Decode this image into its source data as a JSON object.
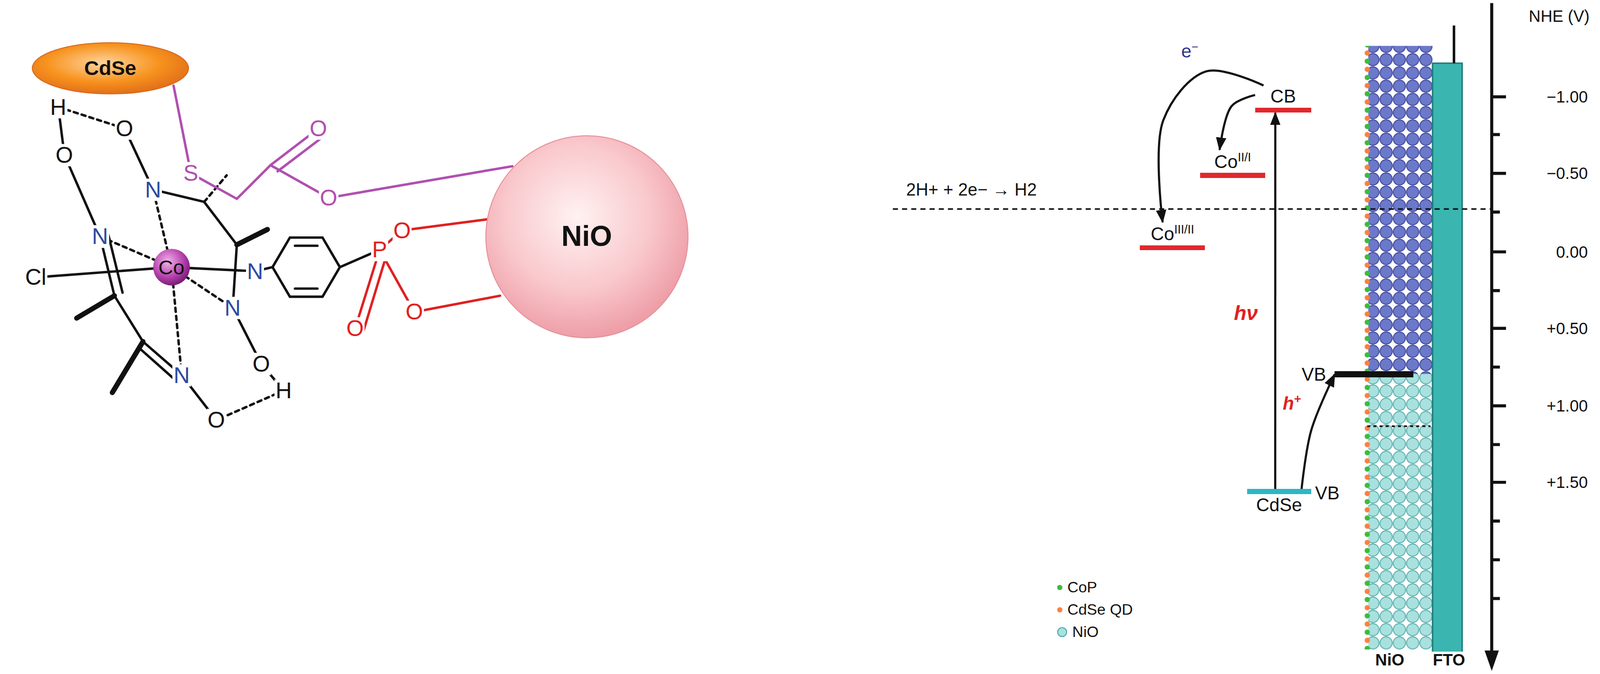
{
  "diagram": {
    "nodes": [
      {
        "text": [
          "CdSe"
        ]
      },
      {
        "text": [
          "NiO"
        ]
      },
      {
        "text": [
          "CB"
        ]
      },
      {
        "text": [
          "CoII/I"
        ]
      },
      {
        "text": [
          "CoIII/II"
        ]
      },
      {
        "text": [
          "VB"
        ]
      },
      {
        "text": [
          "CdSe",
          "VB"
        ]
      }
    ],
    "edges": [
      {
        "from": 2,
        "to": 3,
        "arrow": "to"
      },
      {
        "from": 2,
        "to": 4,
        "label": "e−",
        "arrow": "to"
      },
      {
        "from": 6,
        "to": 2,
        "label": "hν",
        "arrow": "to"
      },
      {
        "from": 6,
        "to": 5,
        "label": "h+",
        "arrow": "to"
      }
    ],
    "labels": [
      "H",
      "O",
      "N",
      "O",
      "N",
      "Cl",
      "Co",
      "N",
      "N",
      "O",
      "H",
      "N",
      "O",
      "S",
      "O",
      "O",
      "P",
      "O",
      "O",
      "O",
      "2H+ + 2e− → H2",
      "NHE (V)",
      "−1.00",
      "−0.50",
      "0.00",
      "+0.50",
      "+1.00",
      "+1.50",
      "NiO",
      "FTO"
    ],
    "legend": [
      {
        "text": "CoP",
        "color": "#3dbb3d"
      },
      {
        "text": "CdSe QD",
        "color": "#ff7f3f"
      },
      {
        "text": "NiO",
        "color": "#a9e1df"
      }
    ]
  }
}
